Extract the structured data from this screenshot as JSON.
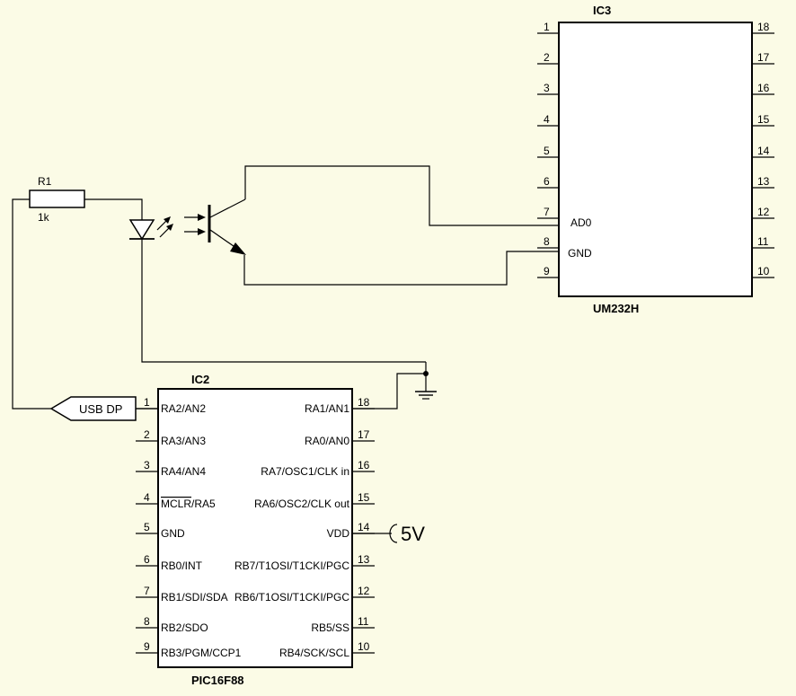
{
  "ic3": {
    "name": "IC3",
    "part": "UM232H",
    "left_pins": [
      "1",
      "2",
      "3",
      "4",
      "5",
      "6",
      "7",
      "8",
      "9"
    ],
    "right_pins": [
      "18",
      "17",
      "16",
      "15",
      "14",
      "13",
      "12",
      "11",
      "10"
    ],
    "pin7_label": "AD0",
    "pin8_label": "GND"
  },
  "r1": {
    "name": "R1",
    "value": "1k"
  },
  "usb": {
    "label": "USB DP"
  },
  "supply": {
    "label": "5V"
  },
  "ic2": {
    "name": "IC2",
    "part": "PIC16F88",
    "left_pins": [
      {
        "num": "1",
        "label": "RA2/AN2"
      },
      {
        "num": "2",
        "label": "RA3/AN3"
      },
      {
        "num": "3",
        "label": "RA4/AN4"
      },
      {
        "num": "4",
        "label": "MCLR/RA5",
        "overline": "MCLR",
        "rest": "/RA5"
      },
      {
        "num": "5",
        "label": "GND"
      },
      {
        "num": "6",
        "label": "RB0/INT"
      },
      {
        "num": "7",
        "label": "RB1/SDI/SDA"
      },
      {
        "num": "8",
        "label": "RB2/SDO"
      },
      {
        "num": "9",
        "label": "RB3/PGM/CCP1"
      }
    ],
    "right_pins": [
      {
        "num": "18",
        "label": "RA1/AN1"
      },
      {
        "num": "17",
        "label": "RA0/AN0"
      },
      {
        "num": "16",
        "label": "RA7/OSC1/CLK in"
      },
      {
        "num": "15",
        "label": "RA6/OSC2/CLK out"
      },
      {
        "num": "14",
        "label": "VDD"
      },
      {
        "num": "13",
        "label": "RB7/T1OSI/T1CKI/PGC"
      },
      {
        "num": "12",
        "label": "RB6/T1OSI/T1CKI/PGC"
      },
      {
        "num": "11",
        "label": "RB5/SS"
      },
      {
        "num": "10",
        "label": "RB4/SCK/SCL"
      }
    ]
  }
}
